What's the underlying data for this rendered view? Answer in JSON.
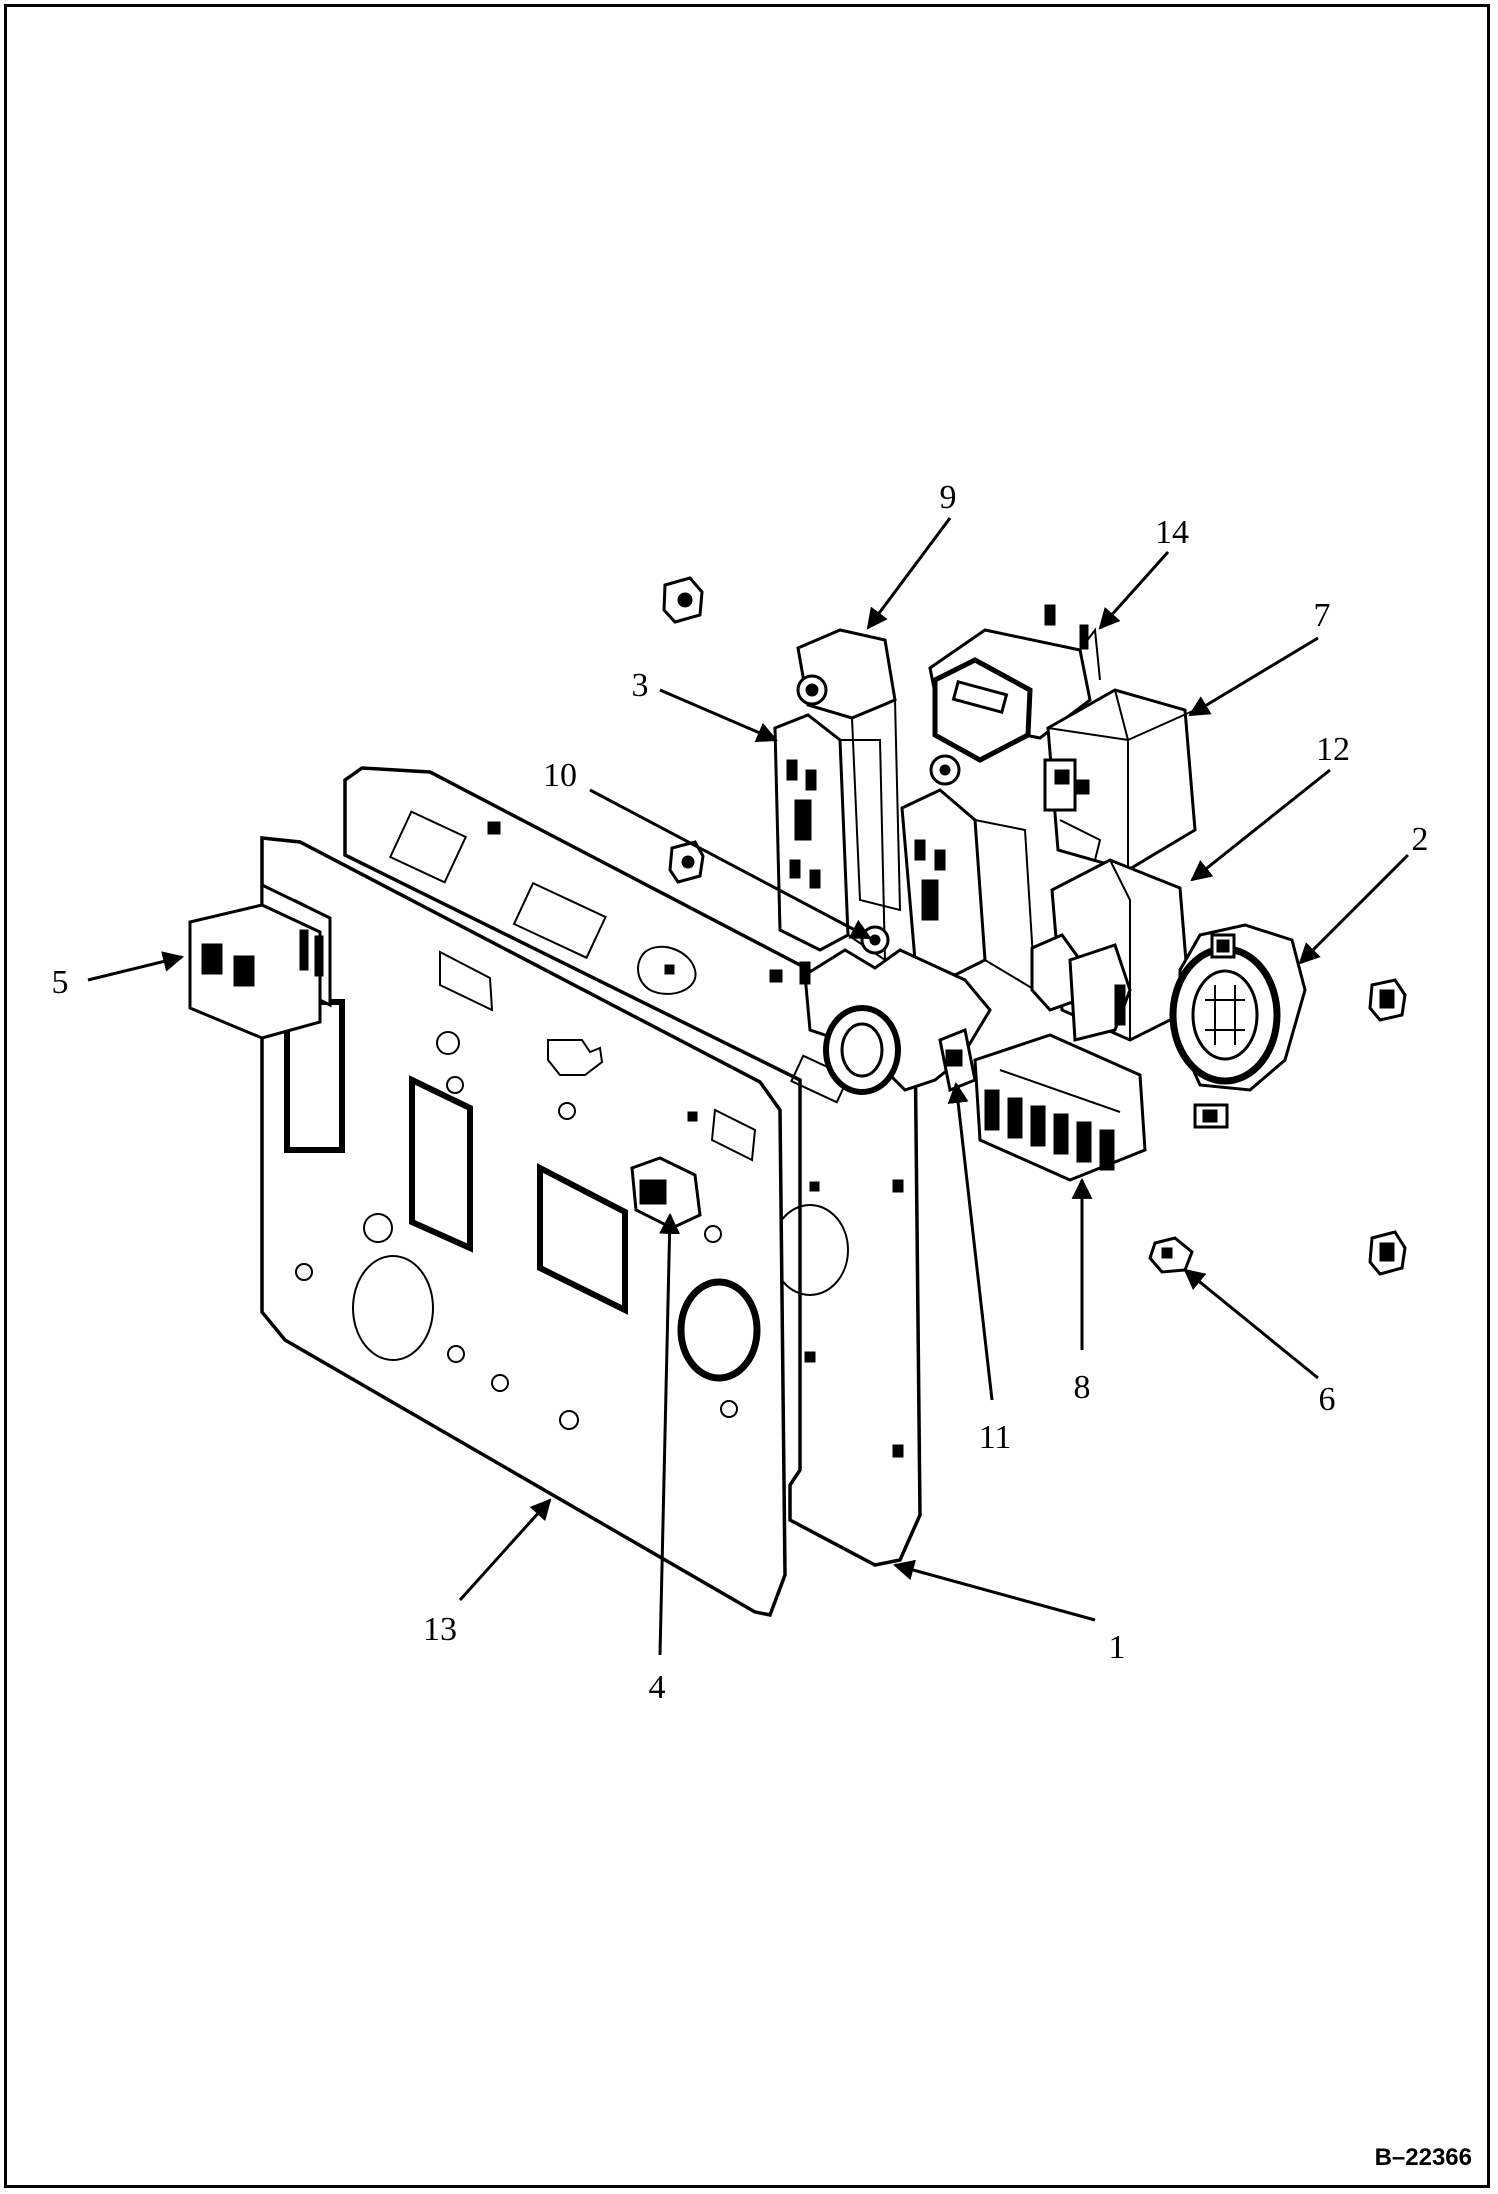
{
  "figure_id": "B–22366",
  "callouts": {
    "c1": "1",
    "c2": "2",
    "c3": "3",
    "c4": "4",
    "c5": "5",
    "c6": "6",
    "c7": "7",
    "c8": "8",
    "c9": "9",
    "c10": "10",
    "c11": "11",
    "c12": "12",
    "c13": "13",
    "c14": "14"
  }
}
